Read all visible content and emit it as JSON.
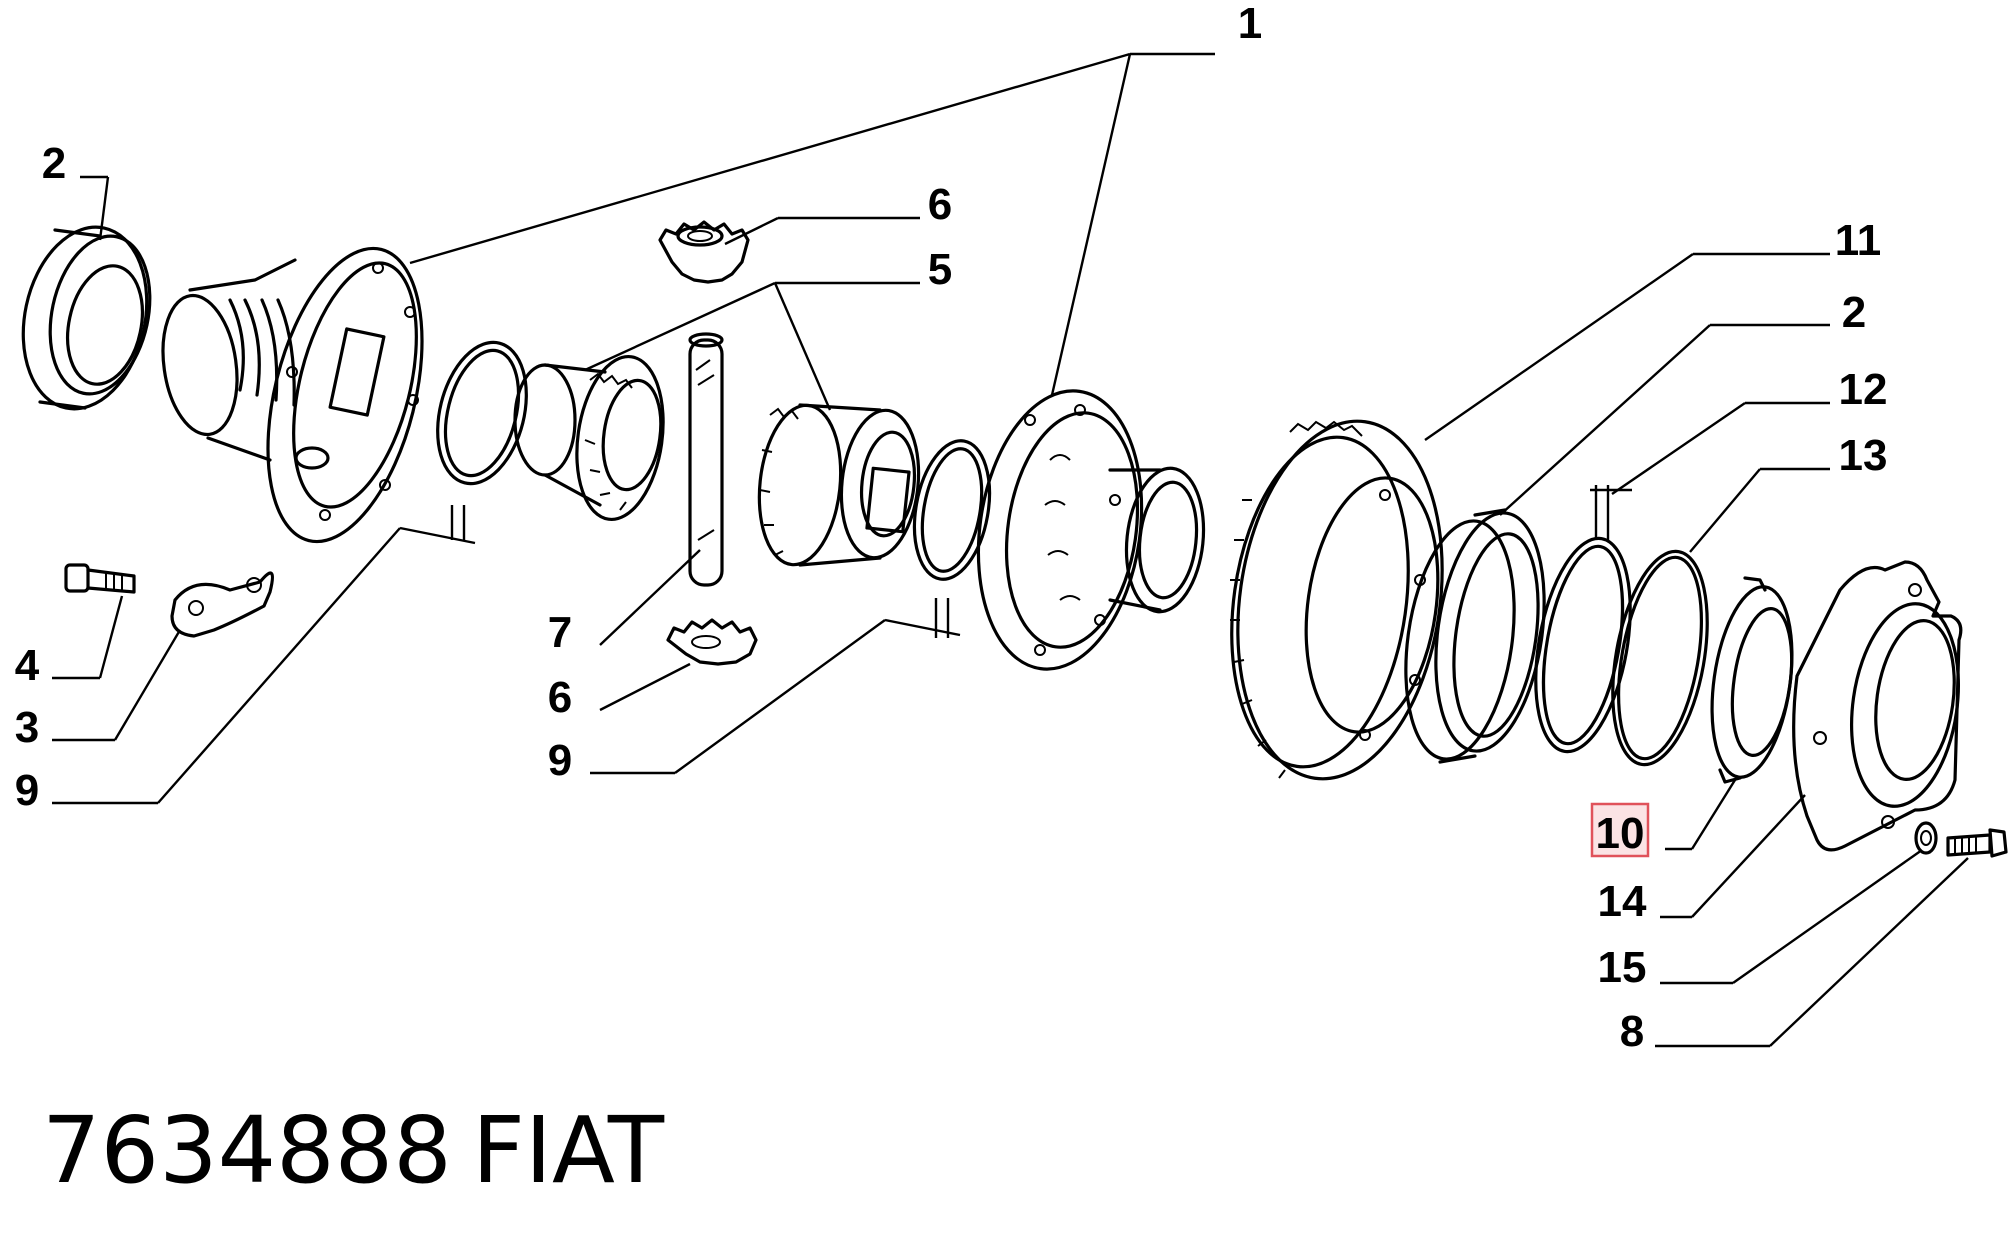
{
  "callouts": {
    "c1": "1",
    "c2_left": "2",
    "c2_right": "2",
    "c3": "3",
    "c4": "4",
    "c5": "5",
    "c6_top": "6",
    "c6_bottom": "6",
    "c7": "7",
    "c8": "8",
    "c9_left": "9",
    "c9_mid": "9",
    "c10": "10",
    "c11": "11",
    "c12": "12",
    "c13": "13",
    "c14": "14",
    "c15": "15"
  },
  "caption": {
    "part_number": "7634888",
    "brand": "FIAT"
  },
  "highlight": {
    "color": "#e0525a",
    "fill": "#fbe3e4",
    "callout": "10"
  }
}
